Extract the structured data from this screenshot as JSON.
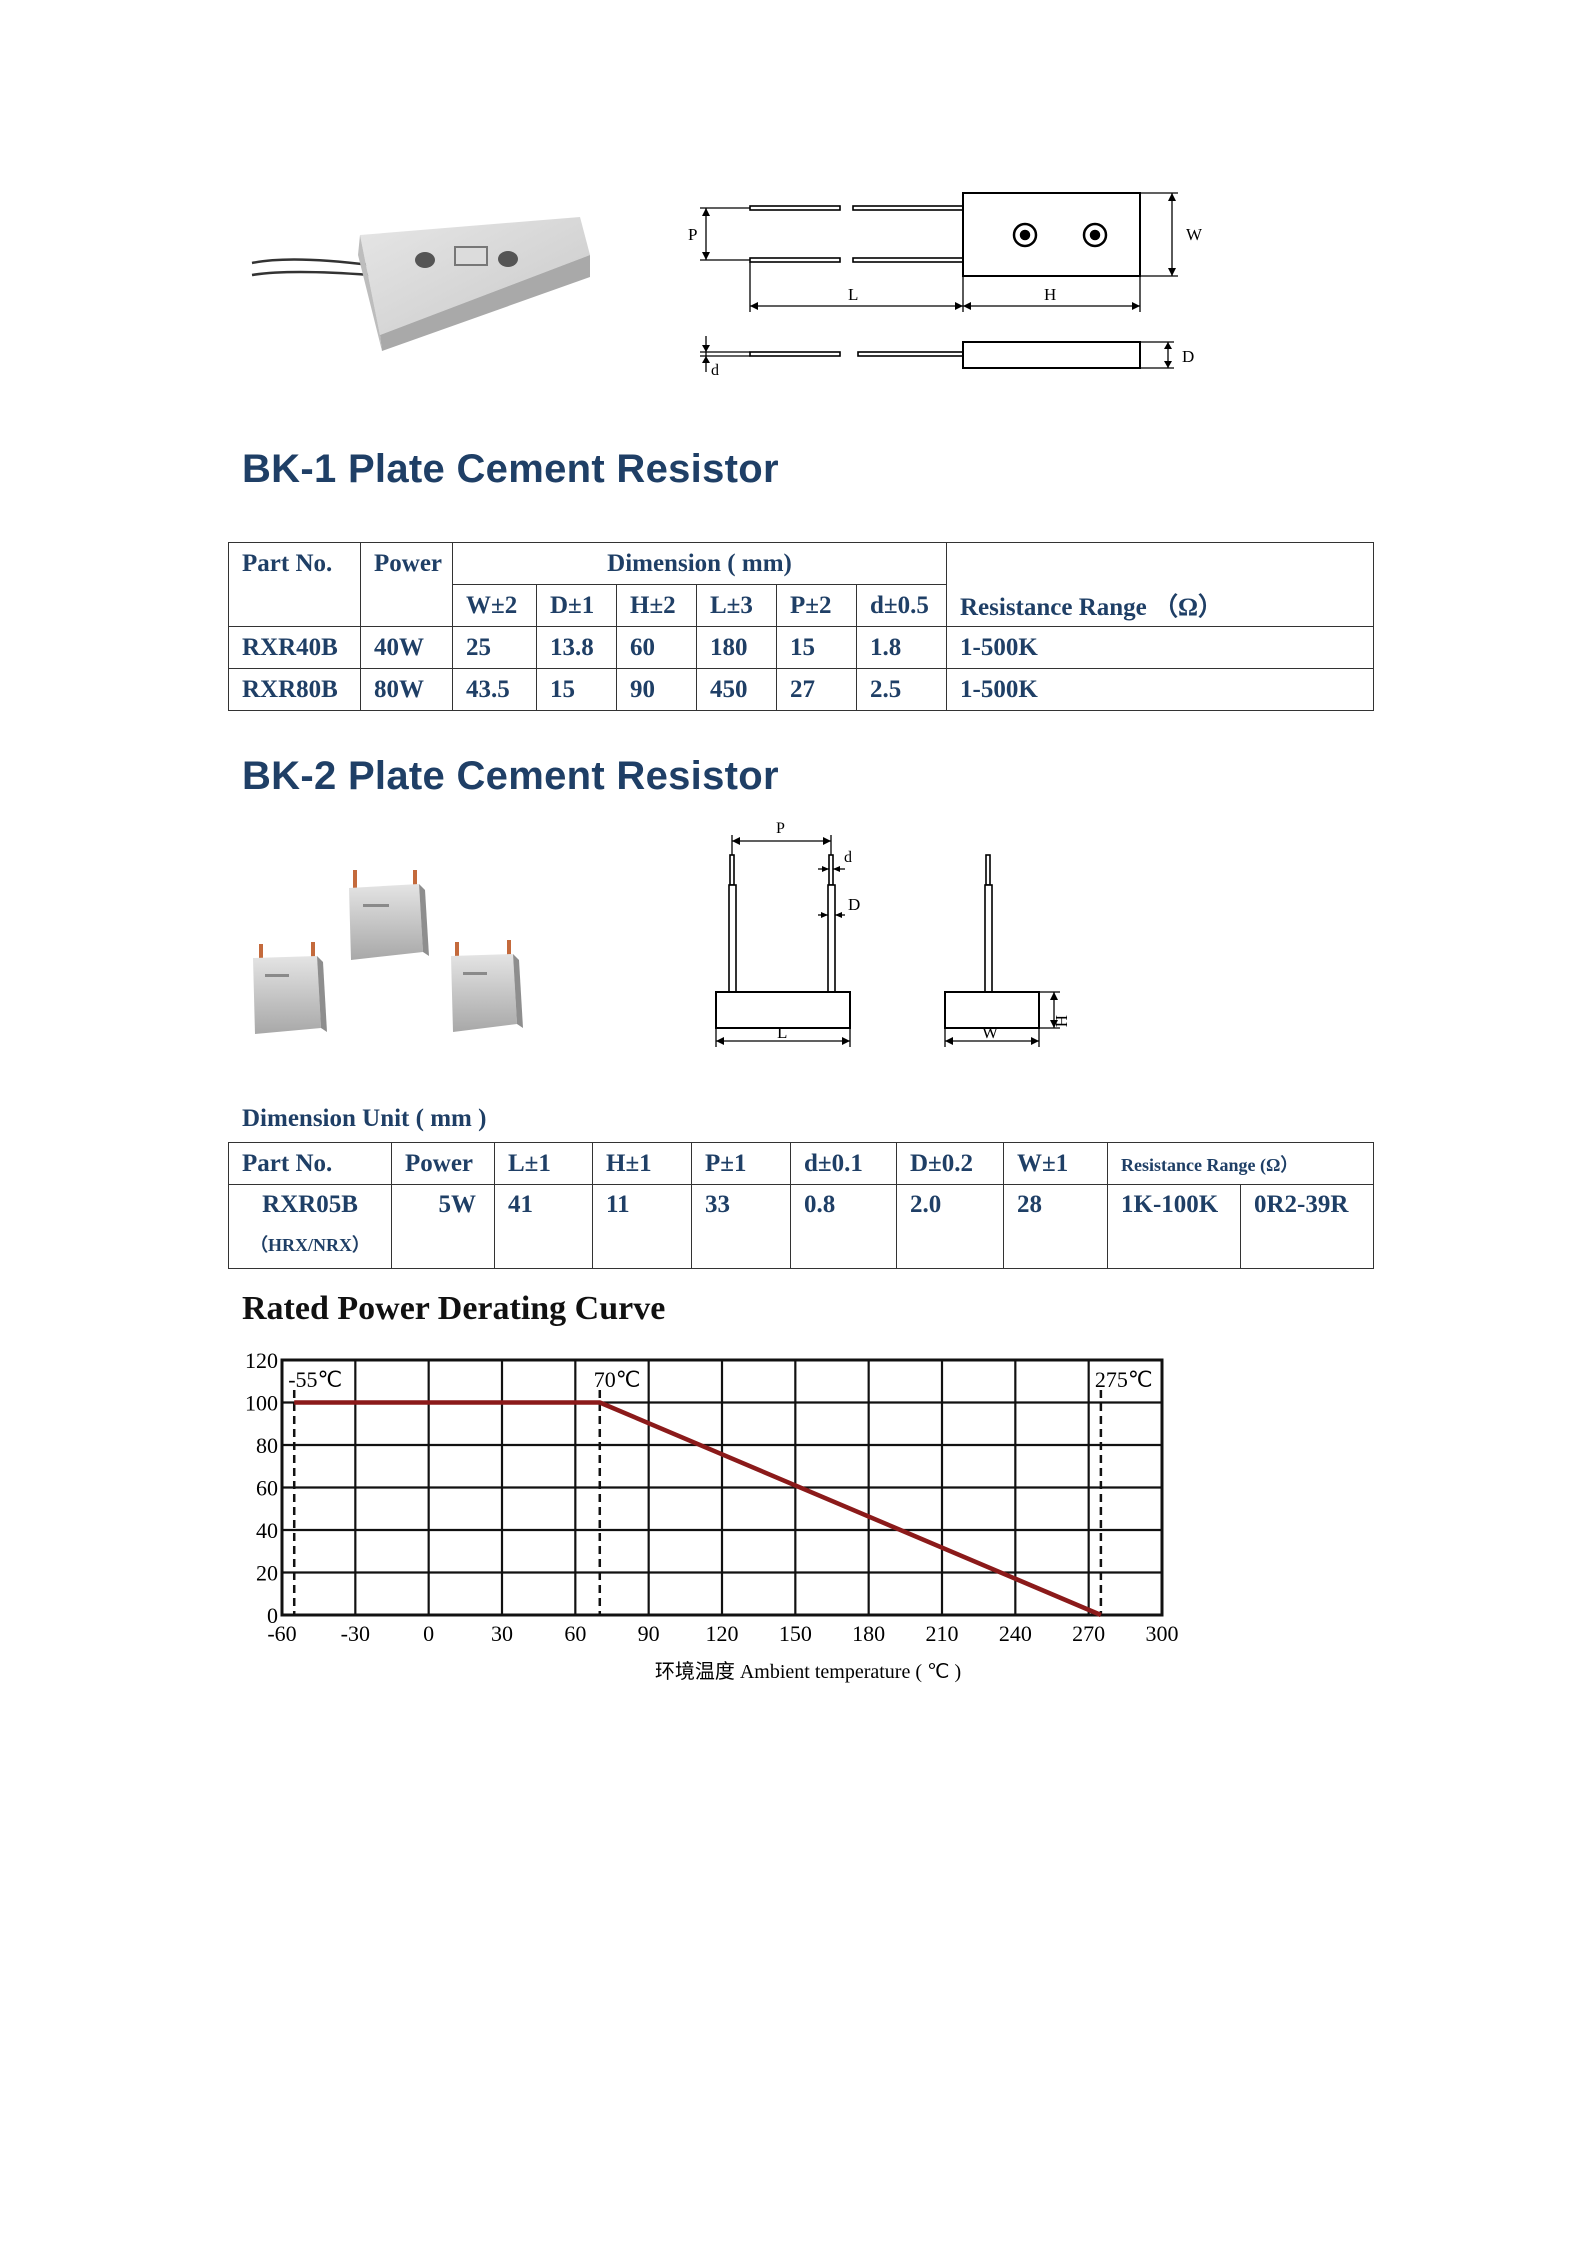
{
  "bk1": {
    "title": "BK-1  Plate Cement Resistor",
    "drawing": {
      "labels": [
        "P",
        "W",
        "L",
        "H",
        "d",
        "D"
      ]
    },
    "table": {
      "h_part": "Part No.",
      "h_power": "Power",
      "h_dimension": "Dimension ( mm)",
      "h_resistance": "Resistance Range （Ω）",
      "dim_headers": [
        "W±2",
        "D±1",
        "H±2",
        "L±3",
        "P±2",
        "d±0.5"
      ],
      "rows": [
        {
          "part": "RXR40B",
          "power": "40W",
          "dims": [
            "25",
            "13.8",
            "60",
            "180",
            "15",
            "1.8"
          ],
          "range": "1-500K"
        },
        {
          "part": "RXR80B",
          "power": "80W",
          "dims": [
            "43.5",
            "15",
            "90",
            "450",
            "27",
            "2.5"
          ],
          "range": "1-500K"
        }
      ]
    }
  },
  "bk2": {
    "title": "BK-2  Plate Cement Resistor",
    "drawing": {
      "labels": [
        "P",
        "d",
        "D",
        "L",
        "H",
        "W"
      ]
    },
    "caption": "Dimension Unit ( mm )",
    "table": {
      "headers": [
        "Part No.",
        "Power",
        "L±1",
        "H±1",
        "P±1",
        "d±0.1",
        "D±0.2",
        "W±1",
        "Resistance Range (Ω）"
      ],
      "row": {
        "part": "RXR05B",
        "part_sub": "（HRX/NRX）",
        "power": "5W",
        "values": [
          "41",
          "11",
          "33",
          "0.8",
          "2.0",
          "28"
        ],
        "range1": "1K-100K",
        "range2": "0R2-39R"
      }
    }
  },
  "curve": {
    "title": "Rated Power Derating Curve",
    "chart_data": {
      "type": "line",
      "title": "Rated Power Derating Curve",
      "xlabel": "环境温度 Ambient temperature ( ℃ )",
      "ylabel": "",
      "x_ticks": [
        -60,
        -30,
        0,
        30,
        60,
        90,
        120,
        150,
        180,
        210,
        240,
        270,
        300
      ],
      "y_ticks": [
        0,
        20,
        40,
        60,
        80,
        100,
        120
      ],
      "xlim": [
        -60,
        300
      ],
      "ylim": [
        0,
        120
      ],
      "grid": true,
      "series": [
        {
          "x": [
            -55,
            70,
            275
          ],
          "y": [
            100,
            100,
            0
          ],
          "color": "#8b1a1a"
        }
      ],
      "annotations": [
        {
          "x": -55,
          "label": "-55℃"
        },
        {
          "x": 70,
          "label": "70℃"
        },
        {
          "x": 275,
          "label": "275℃"
        }
      ]
    }
  }
}
